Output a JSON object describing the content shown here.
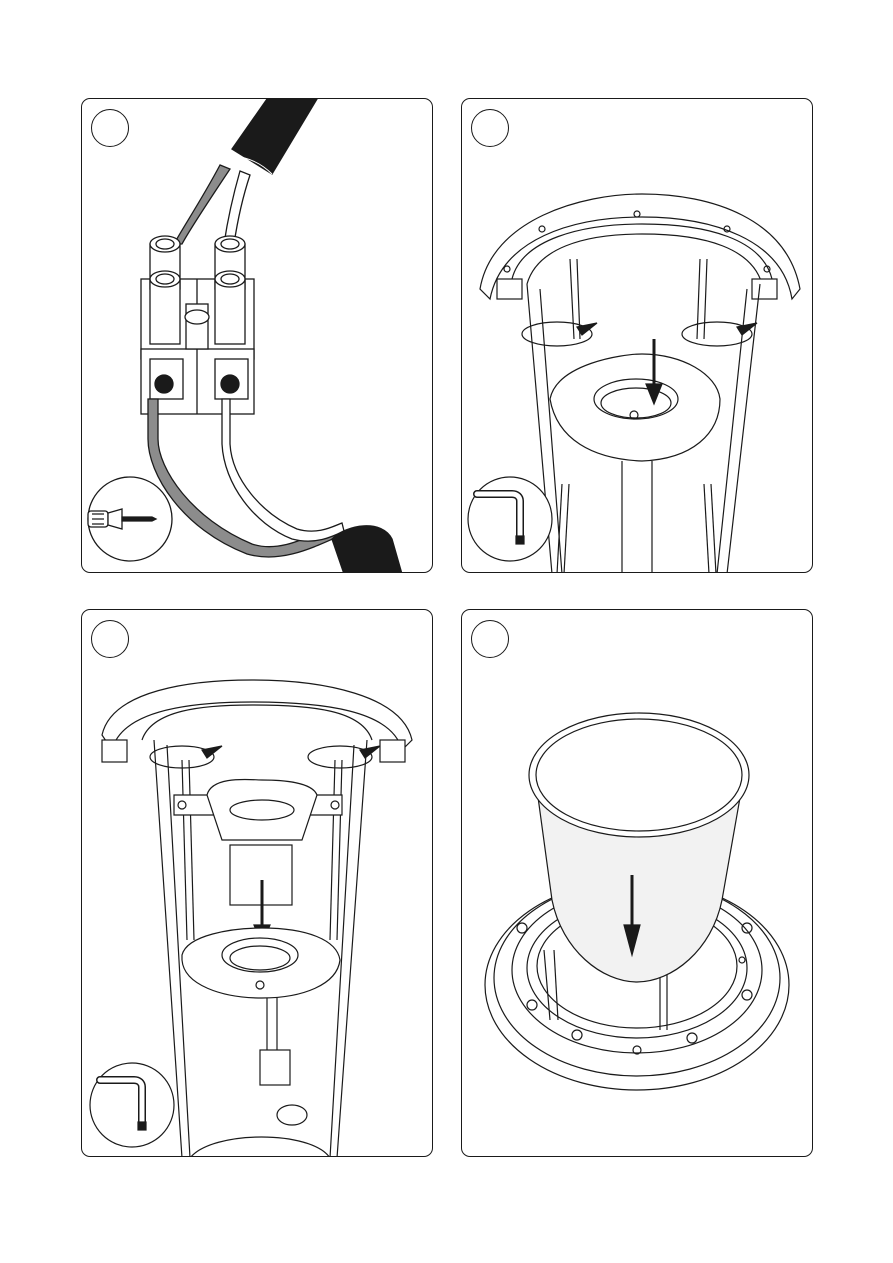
{
  "steps": [
    {
      "number": "",
      "icon": "screwdriver-icon",
      "action": "connect-wires-to-terminal"
    },
    {
      "number": "",
      "icon": "allen-key-icon",
      "action": "unscrew-and-remove-plate"
    },
    {
      "number": "",
      "icon": "allen-key-icon",
      "action": "insert-lamp-holder-and-screw"
    },
    {
      "number": "",
      "icon": "",
      "action": "place-diffuser"
    }
  ],
  "colors": {
    "line": "#1a1a1a",
    "wire_grey": "#8c8c8c",
    "cable_black": "#1a1a1a",
    "fill_light": "#f2f2f2"
  }
}
